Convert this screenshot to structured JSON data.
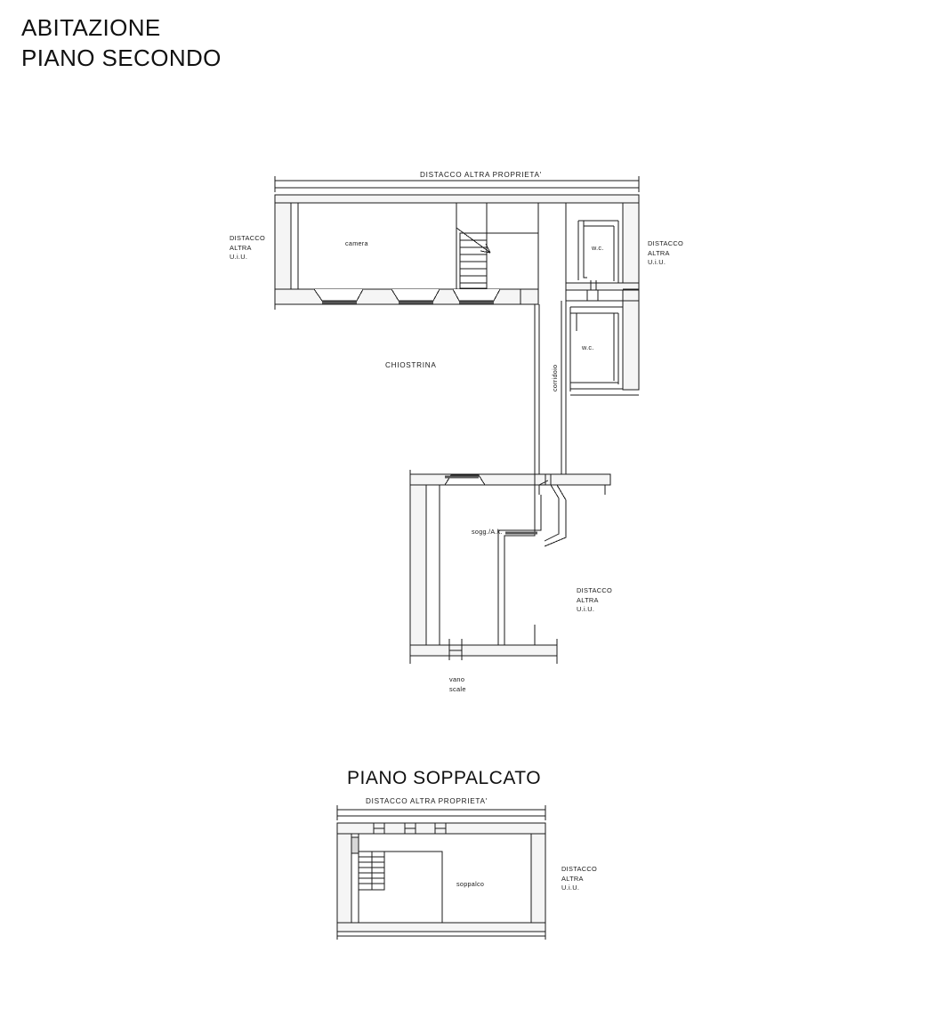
{
  "document": {
    "title_lines": [
      "ABITAZIONE",
      "PIANO SECONDO"
    ],
    "background_color": "#ffffff",
    "line_color": "#1a1a1a",
    "wall_fill": "#f2f2f2"
  },
  "main_plan": {
    "name": "piano-secondo",
    "top_boundary_label": "DISTACCO ALTRA PROPRIETA'",
    "left_boundary_label": "DISTACCO\nALTRA\nU.i.U.",
    "right_boundary_label": "DISTACCO\nALTRA\nU.i.U.",
    "lower_right_boundary_label": "DISTACCO\nALTRA\nU.i.U.",
    "courtyard_label": "CHIOSTRINA",
    "rooms": [
      {
        "id": "camera",
        "label": "camera"
      },
      {
        "id": "wc-upper",
        "label": "w.c."
      },
      {
        "id": "wc-lower",
        "label": "w.c."
      },
      {
        "id": "corridoio",
        "label": "corridoio"
      },
      {
        "id": "soggiorno",
        "label": "sogg./A.k."
      }
    ],
    "stairwell_label": "vano\nscale"
  },
  "mezzanine_plan": {
    "name": "piano-soppalcato",
    "section_title": "PIANO SOPPALCATO",
    "top_boundary_label": "DISTACCO ALTRA PROPRIETA'",
    "right_boundary_label": "DISTACCO\nALTRA\nU.i.U.",
    "rooms": [
      {
        "id": "soppalco",
        "label": "soppalco"
      }
    ]
  }
}
